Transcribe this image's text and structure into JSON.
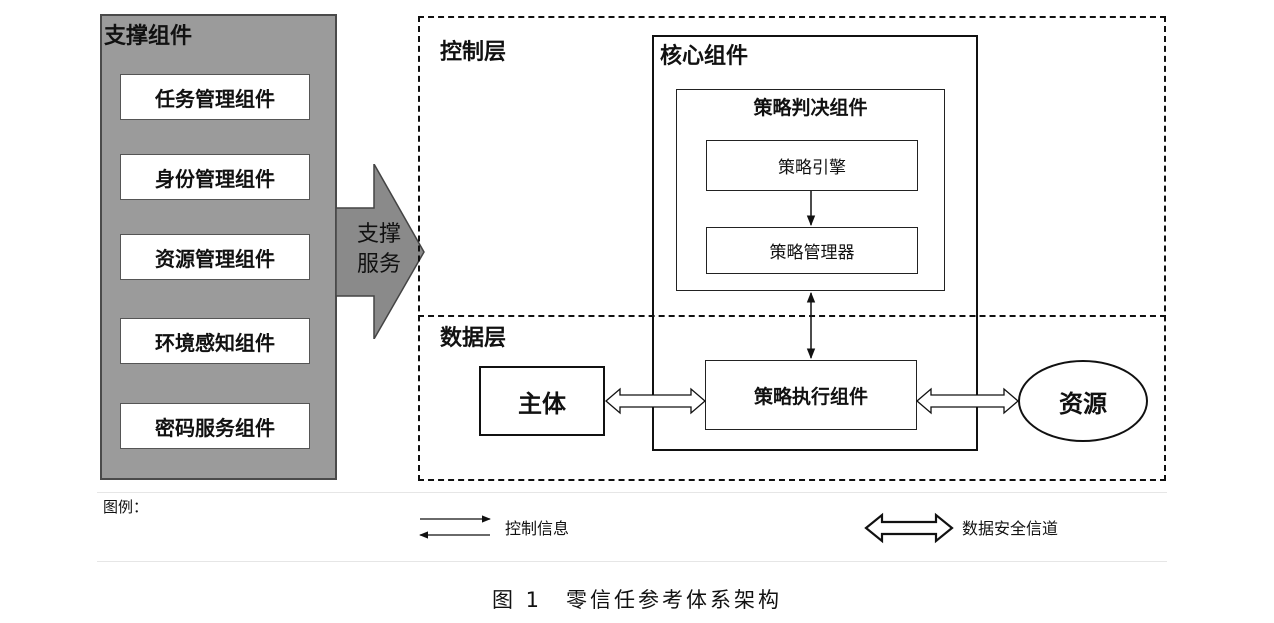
{
  "support_panel": {
    "title": "支撑组件",
    "components": [
      "任务管理组件",
      "身份管理组件",
      "资源管理组件",
      "环境感知组件",
      "密码服务组件"
    ]
  },
  "support_arrow": {
    "line1": "支撑",
    "line2": "服务"
  },
  "layers": {
    "control": "控制层",
    "data": "数据层"
  },
  "core": {
    "title": "核心组件",
    "decision_title": "策略判决组件",
    "engine": "策略引擎",
    "manager": "策略管理器",
    "executor": "策略执行组件"
  },
  "subject": "主体",
  "resource": "资源",
  "legend": {
    "title": "图例：",
    "control_info": "控制信息",
    "data_channel": "数据安全信道"
  },
  "caption": "图 1　零信任参考体系架构",
  "colors": {
    "panel_gray": "#9b9b9b",
    "arrow_gray": "#8a8a8a",
    "line": "#111111"
  }
}
